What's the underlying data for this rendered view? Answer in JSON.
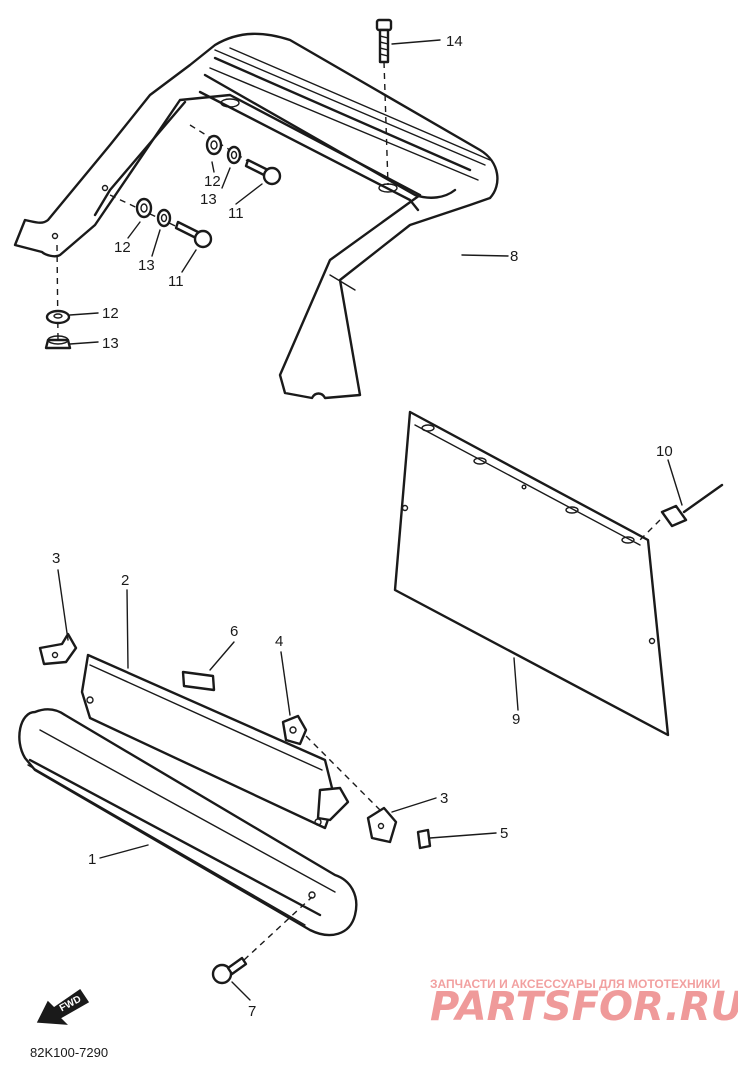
{
  "diagram": {
    "code": "82K100-7290",
    "fwd_label": "FWD",
    "watermark_tagline": "ЗАПЧАСТИ И АКСЕССУАРЫ ДЛЯ МОТОТЕХНИКИ",
    "watermark_brand": "PARTSFOR.RU",
    "parts": [
      {
        "label": "14",
        "name": "bolt-top"
      },
      {
        "label": "8",
        "name": "carrier-frame"
      },
      {
        "label": "12",
        "name": "washer-upper"
      },
      {
        "label": "13",
        "name": "lock-washer-upper"
      },
      {
        "label": "11",
        "name": "bolt-upper"
      },
      {
        "label": "12",
        "name": "washer-middle"
      },
      {
        "label": "13",
        "name": "lock-washer-middle"
      },
      {
        "label": "11",
        "name": "bolt-middle"
      },
      {
        "label": "12",
        "name": "washer-lower"
      },
      {
        "label": "13",
        "name": "nut-lower"
      },
      {
        "label": "10",
        "name": "rivet"
      },
      {
        "label": "9",
        "name": "mud-flap"
      },
      {
        "label": "3",
        "name": "bracket-left"
      },
      {
        "label": "2",
        "name": "plate"
      },
      {
        "label": "6",
        "name": "label-emblem"
      },
      {
        "label": "4",
        "name": "nut-clip"
      },
      {
        "label": "3",
        "name": "bracket-right"
      },
      {
        "label": "5",
        "name": "clip"
      },
      {
        "label": "1",
        "name": "bumper-guard"
      },
      {
        "label": "7",
        "name": "screw"
      }
    ]
  }
}
